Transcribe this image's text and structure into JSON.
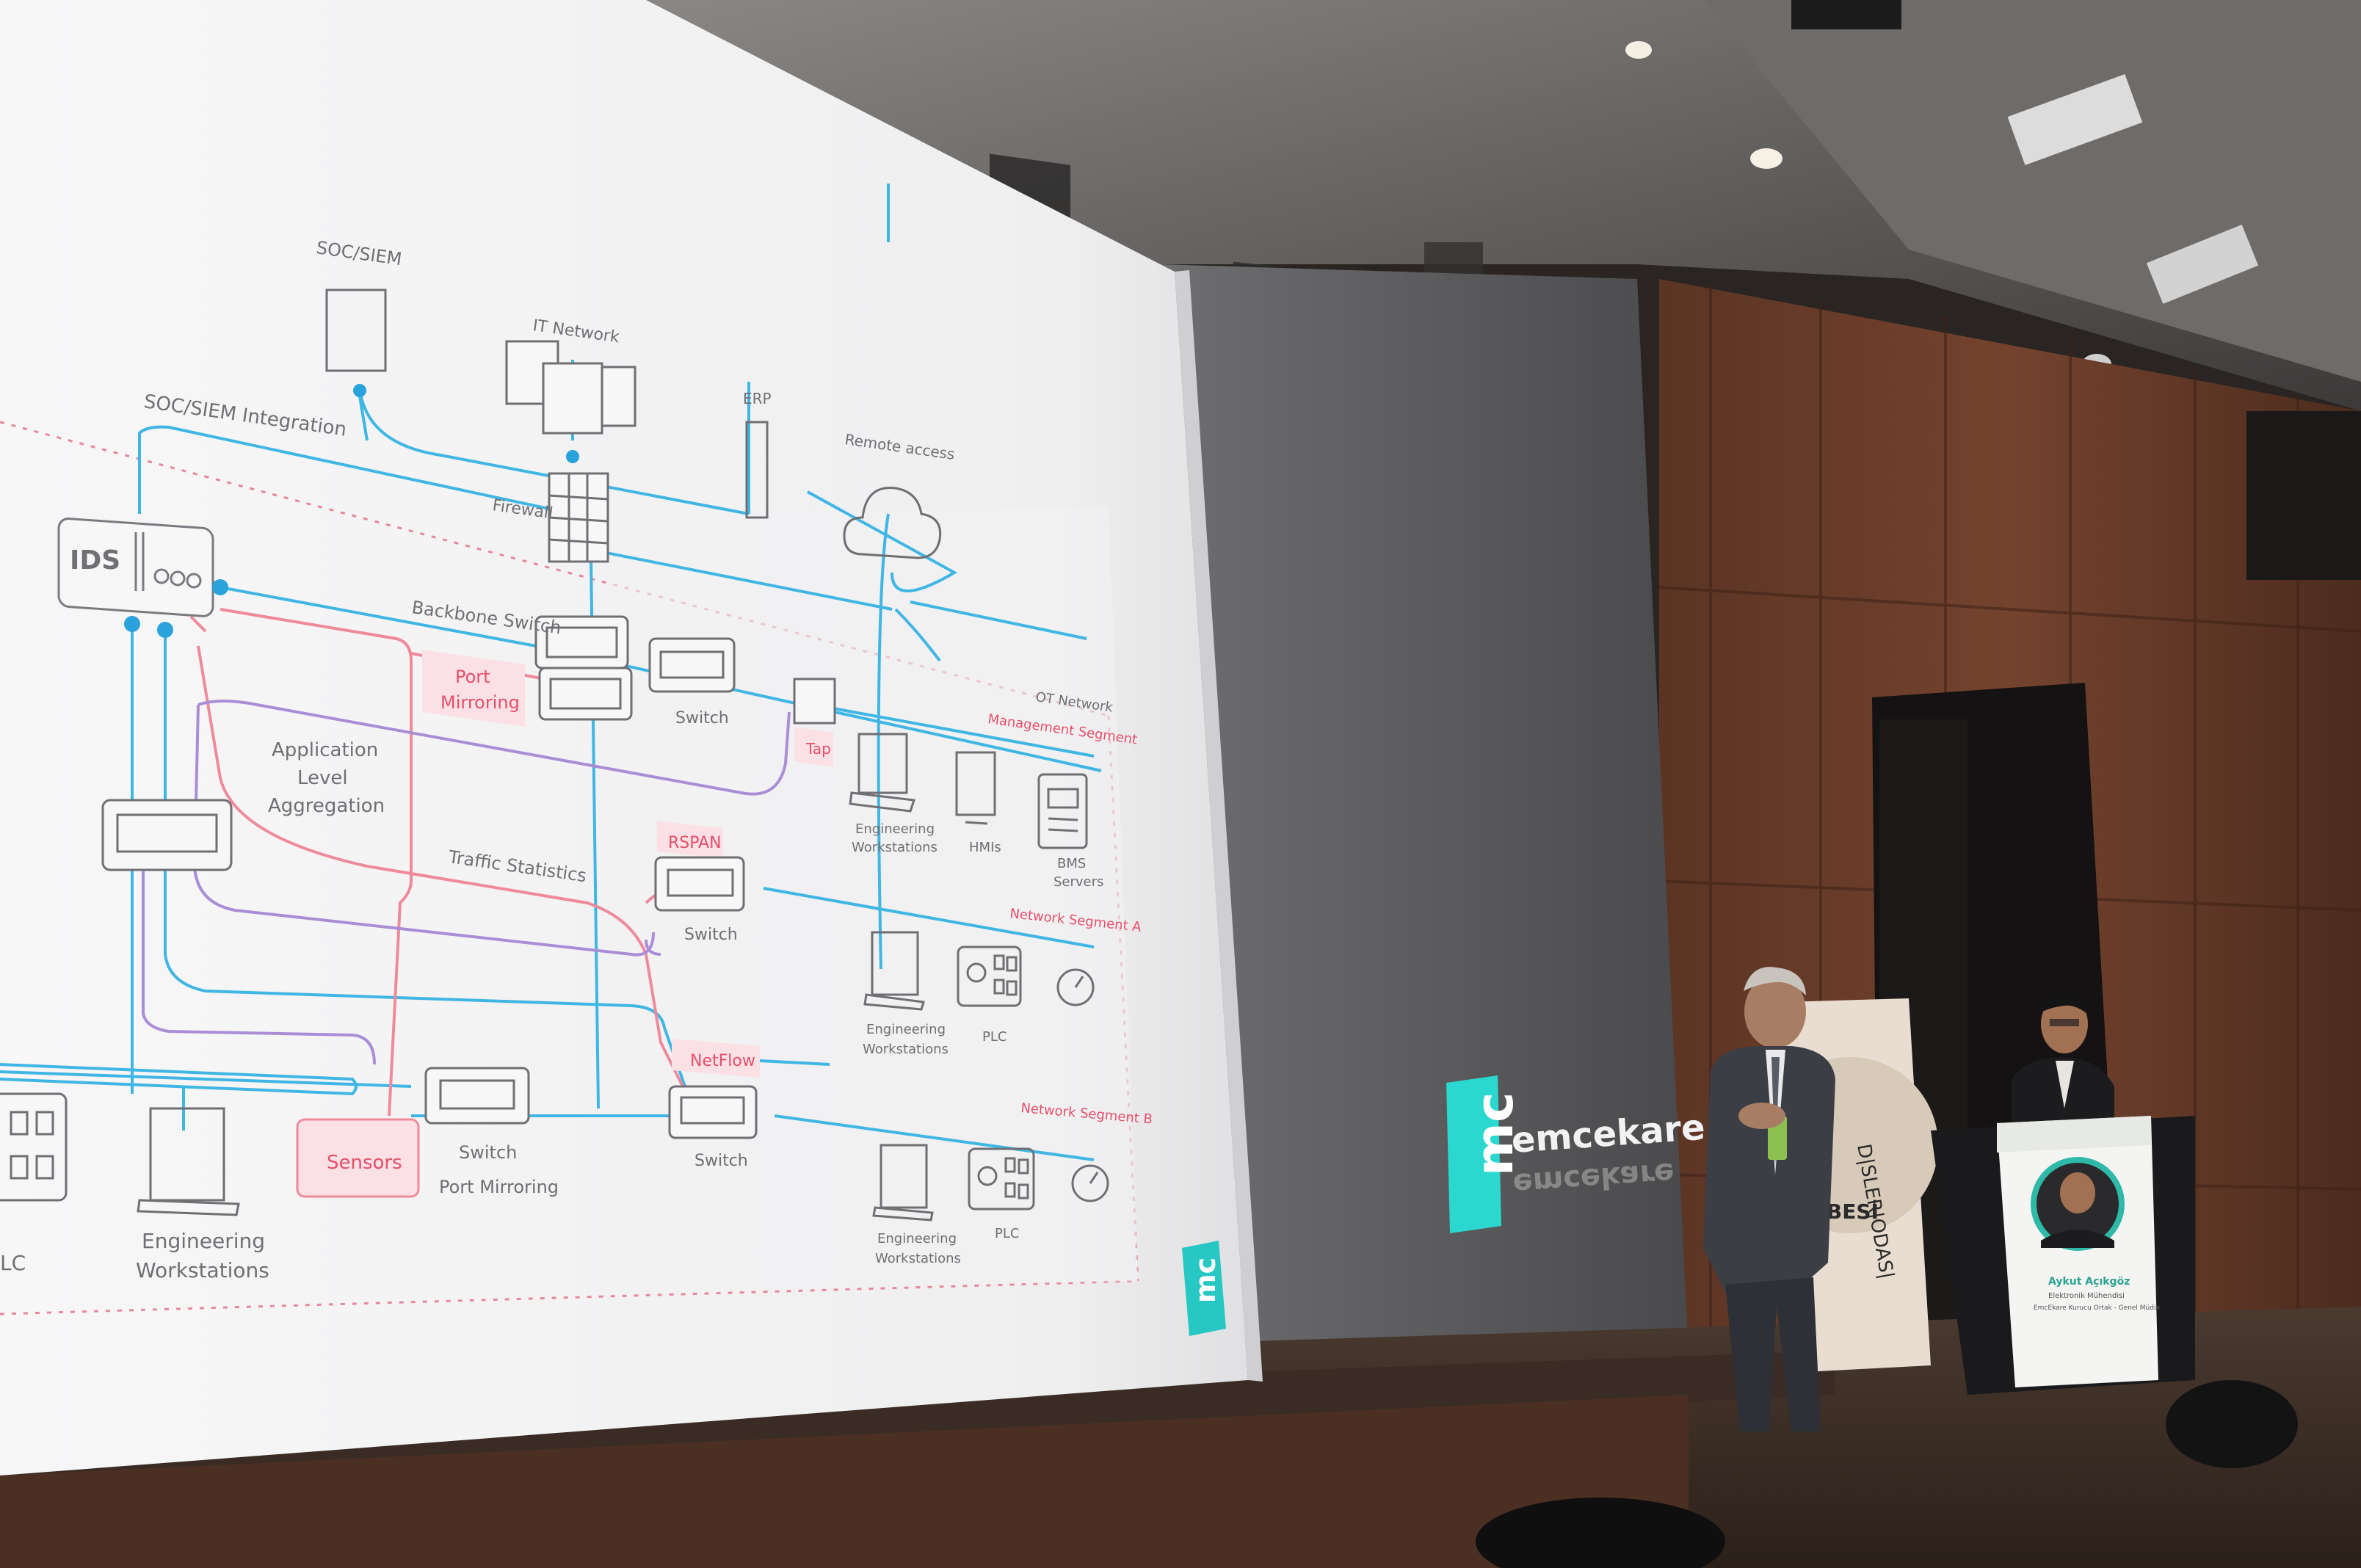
{
  "slide": {
    "title_soc": "SOC/SIEM",
    "it_network": "IT Network",
    "soc_integration": "SOC/SIEM Integration",
    "erp": "ERP",
    "remote_access": "Remote access",
    "firewall": "Firewall",
    "ids": "IDS",
    "backbone_switch": "Backbone Switch",
    "port_mirroring_tag_1": "Port",
    "port_mirroring_tag_2": "Mirroring",
    "switch_top": "Switch",
    "ot_network": "OT Network",
    "management_segment": "Management Segment",
    "tap": "Tap",
    "app_level_1": "Application",
    "app_level_2": "Level",
    "app_level_3": "Aggregation",
    "eng_ws_1": "Engineering",
    "eng_ws_2": "Workstations",
    "hmis": "HMIs",
    "bms_1": "BMS",
    "bms_2": "Servers",
    "rspan": "RSPAN",
    "traffic_statistics": "Traffic Statistics",
    "switch_a": "Switch",
    "network_segment_a": "Network Segment A",
    "plc": "PLC",
    "netflow": "NetFlow",
    "network_segment_b": "Network Segment B",
    "switch_b": "Switch",
    "sensors": "Sensors",
    "switch_left": "Switch",
    "port_mirroring": "Port Mirroring",
    "lc": "LC",
    "big_eng_1": "Engineering",
    "big_eng_2": "Workstations",
    "logo_mini": "mc"
  },
  "wall_logo": {
    "mark": "mc",
    "brand": "emcekare"
  },
  "banner": {
    "line1": "D|SLER|ODAS|",
    "line2": "ŞUBESİ"
  },
  "podium": {
    "name": "Aykut Açıkgöz",
    "role1": "Elektronik Mühendisi",
    "role2": "EmcEkare Kurucu Ortak - Genel Müdür"
  },
  "colors": {
    "blue": "#3fb6e4",
    "pink": "#ef8a9a",
    "purple": "#a98ed6",
    "screen": "#f3f3f4",
    "wall": "#6b3f2c",
    "logo_cyan": "#2ad8cf"
  }
}
